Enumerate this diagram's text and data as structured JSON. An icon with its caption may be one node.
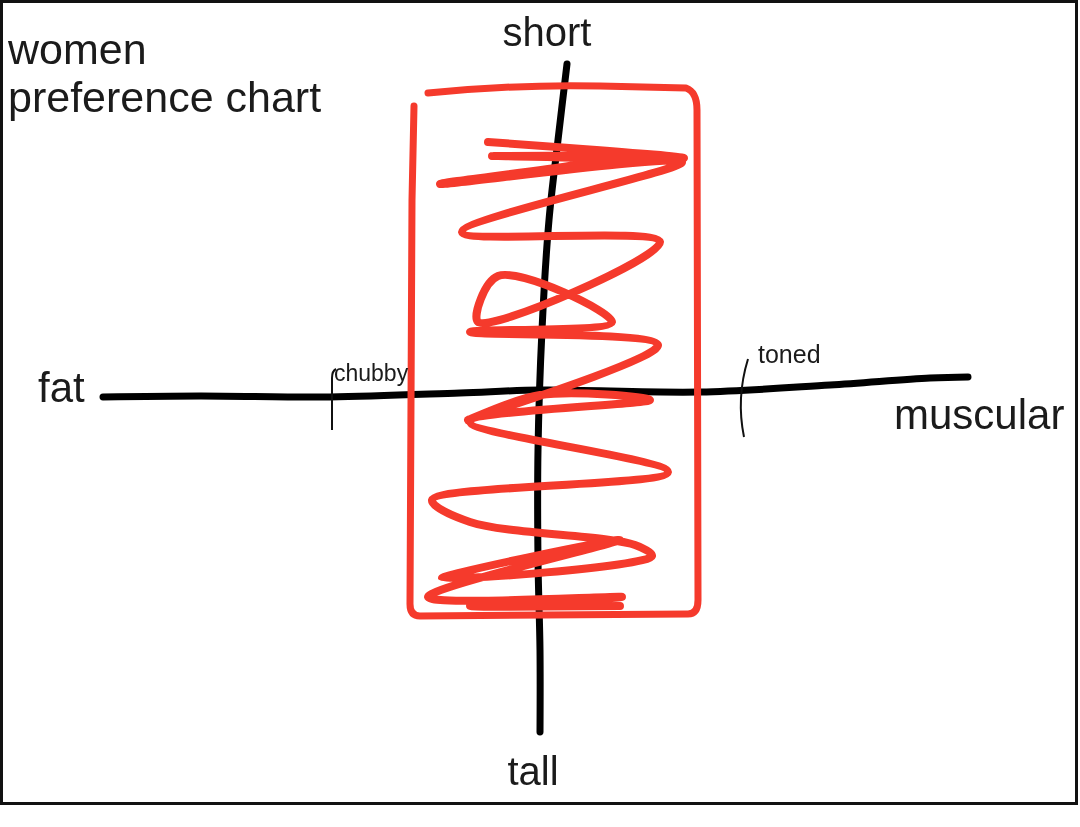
{
  "diagram": {
    "title": "women preference chart",
    "labels": [
      "short",
      "fat",
      "chubby",
      "toned",
      "muscular",
      "tall"
    ]
  }
}
